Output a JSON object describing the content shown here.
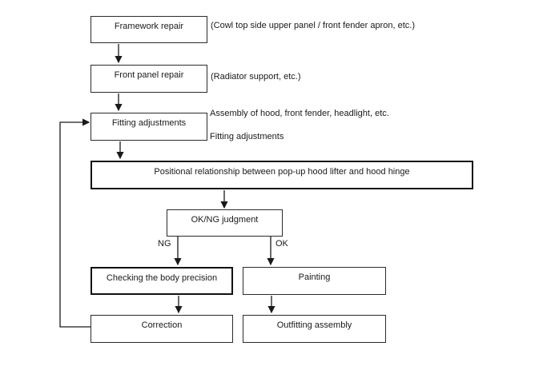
{
  "flowchart": {
    "nodes": {
      "framework": {
        "label": "Framework repair"
      },
      "front_panel": {
        "label": "Front panel repair"
      },
      "fitting": {
        "label": "Fitting adjustments"
      },
      "positional": {
        "label": "Positional relationship between pop-up hood lifter and hood hinge"
      },
      "okng": {
        "label": "OK/NG judgment"
      },
      "checking": {
        "label": "Checking the body precision"
      },
      "painting": {
        "label": "Painting"
      },
      "correction": {
        "label": "Correction"
      },
      "outfitting": {
        "label": "Outfitting assembly"
      }
    },
    "annotations": {
      "framework_note": "(Cowl top side upper panel / front fender apron, etc.)",
      "front_panel_note": "(Radiator support, etc.)",
      "fitting_note_1": "Assembly of hood, front fender, headlight, etc.",
      "fitting_note_2": "Fitting adjustments"
    },
    "branch_labels": {
      "ng": "NG",
      "ok": "OK"
    },
    "colors": {
      "line": "#1a1a1a",
      "box_border": "#2b2b2b",
      "thick_box_border": "#111111",
      "background": "#ffffff",
      "text": "#1a1a1a"
    }
  }
}
